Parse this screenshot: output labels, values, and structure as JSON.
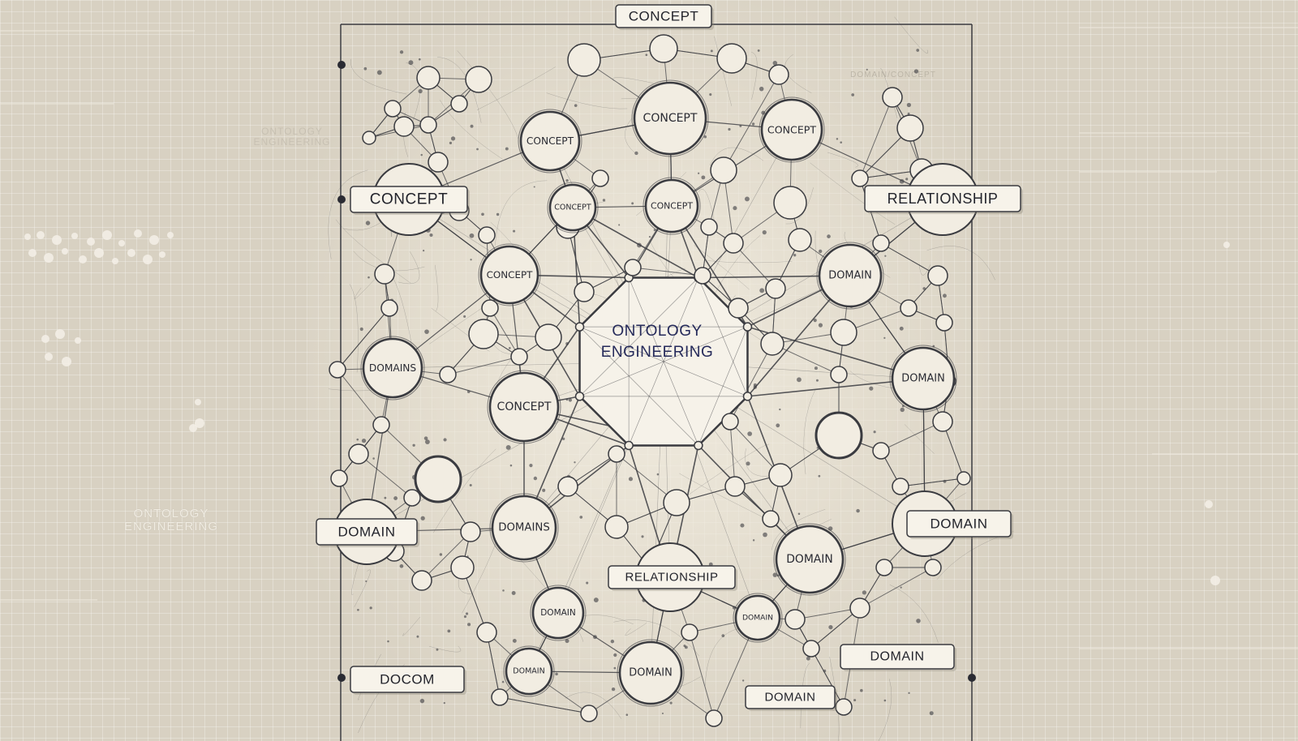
{
  "center": {
    "title_line1": "ONTOLOGY",
    "title_line2": "ENGINEERING"
  },
  "side_caption_top": {
    "line1": "ONTOLOGY",
    "line2": "ENGINEERING"
  },
  "side_caption_left": {
    "line1": "ONTOLOGY",
    "line2": "ENGINEERING"
  },
  "top_right_caption": "DOMAIN/CONCEPT",
  "labels": [
    {
      "id": "label-concept-top",
      "text": "CONCEPT"
    },
    {
      "id": "label-concept-left",
      "text": "CONCEPT"
    },
    {
      "id": "label-relationship-right",
      "text": "RELATIONSHIP"
    },
    {
      "id": "label-domain-left",
      "text": "DOMAIN"
    },
    {
      "id": "label-domain-right",
      "text": "DOMAIN"
    },
    {
      "id": "label-relationship-bottom",
      "text": "RELATIONSHIP"
    },
    {
      "id": "label-docom-bottom-left",
      "text": "DOCOM"
    },
    {
      "id": "label-domain-bottom-right",
      "text": "DOMAIN"
    },
    {
      "id": "label-domain-bottom",
      "text": "DOMAIN"
    }
  ],
  "nodes": [
    {
      "id": "node-concept-1",
      "text": "CONCEPT"
    },
    {
      "id": "node-concept-2",
      "text": "CONCEPT"
    },
    {
      "id": "node-concept-3",
      "text": "CONCEPT"
    },
    {
      "id": "node-concept-4",
      "text": "CONCEPT"
    },
    {
      "id": "node-concept-5",
      "text": "CONCEPT"
    },
    {
      "id": "node-concept-6",
      "text": "CONCEPT"
    },
    {
      "id": "node-domain-1",
      "text": "DOMAIN"
    },
    {
      "id": "node-domain-2",
      "text": "DOMAIN"
    },
    {
      "id": "node-domain-3",
      "text": "DOMAIN"
    },
    {
      "id": "node-domain-4",
      "text": "DOMAIN"
    },
    {
      "id": "node-domains-1",
      "text": "DOMAINS"
    },
    {
      "id": "node-domains-2",
      "text": "DOMAINS"
    },
    {
      "id": "node-domain-small-1",
      "text": "DOMAIN"
    },
    {
      "id": "node-domain-small-2",
      "text": "DOMAIN"
    },
    {
      "id": "node-domain-small-3",
      "text": "DOMAIN"
    },
    {
      "id": "node-concept-small",
      "text": "CONCEPT"
    }
  ],
  "colors": {
    "background": "#d8d1c2",
    "paper": "#f2ede2",
    "ink": "#3a3b40",
    "title_ink": "#252a5a"
  }
}
